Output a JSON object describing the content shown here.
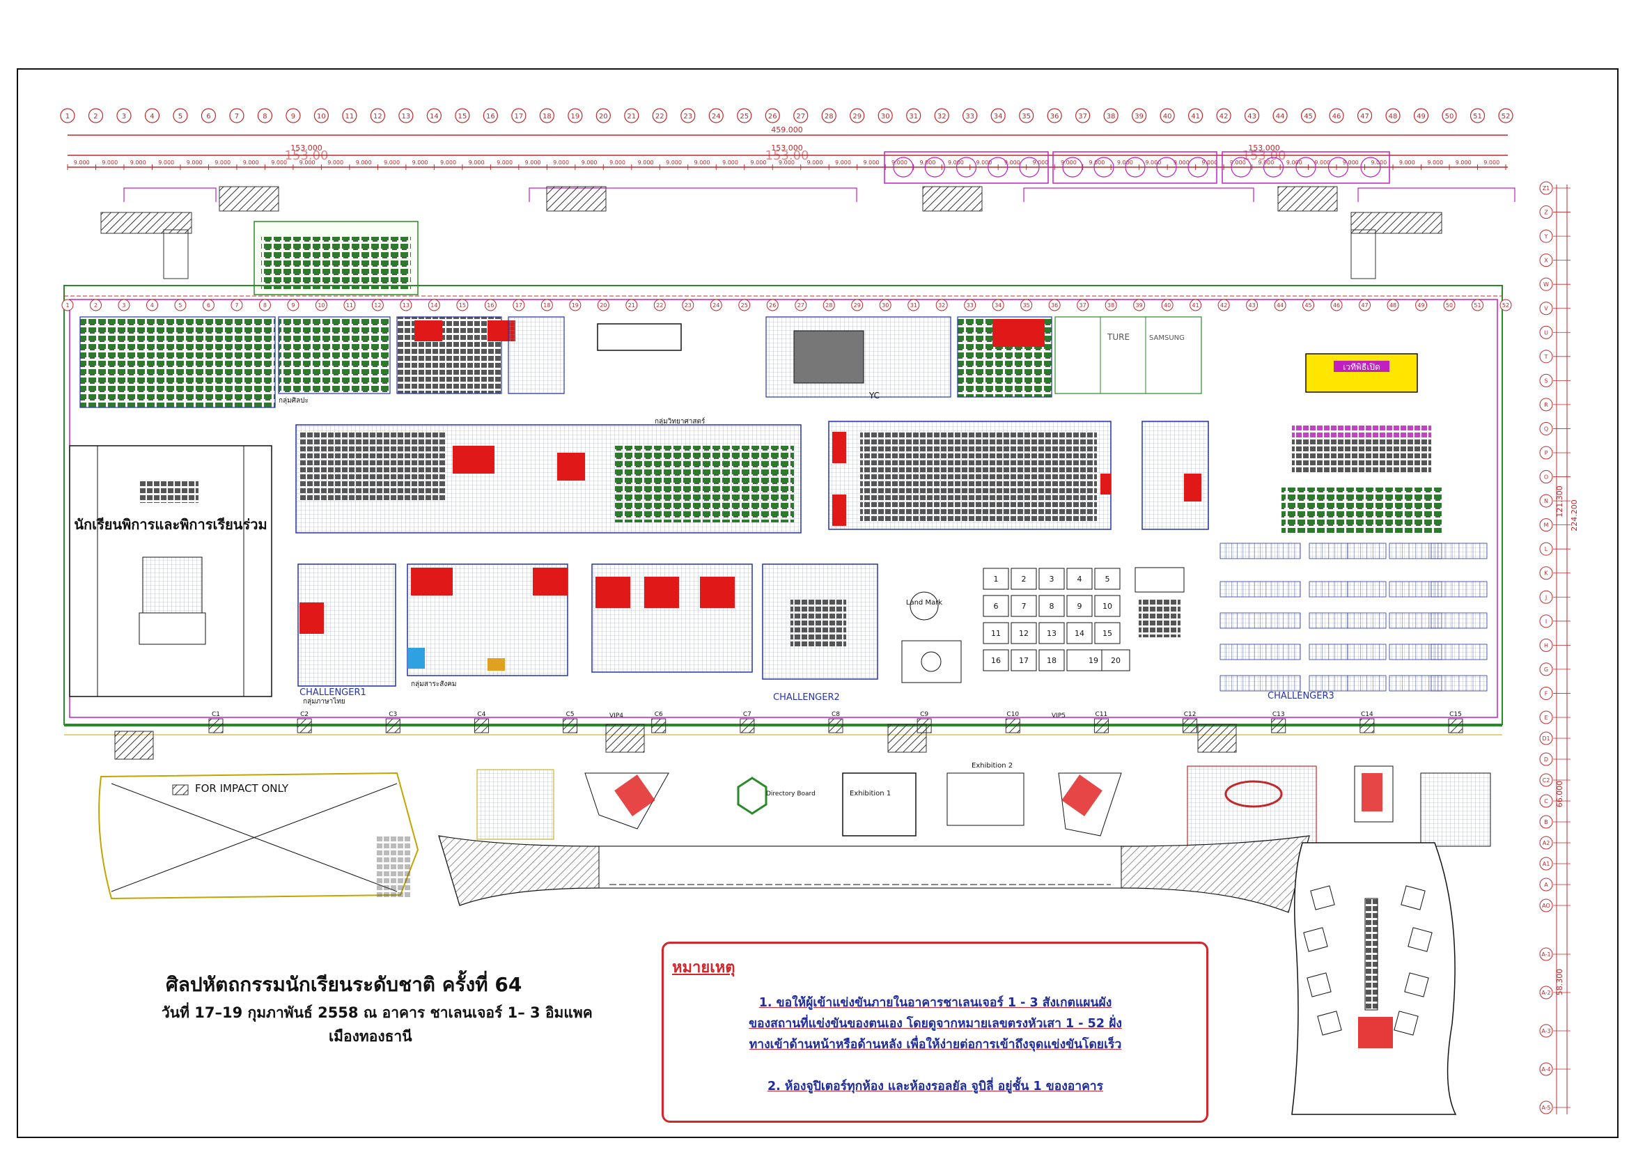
{
  "columns": [
    "1",
    "2",
    "3",
    "4",
    "5",
    "6",
    "7",
    "8",
    "9",
    "10",
    "11",
    "12",
    "13",
    "14",
    "15",
    "16",
    "17",
    "18",
    "19",
    "20",
    "21",
    "22",
    "23",
    "24",
    "25",
    "26",
    "27",
    "28",
    "29",
    "30",
    "31",
    "32",
    "33",
    "34",
    "35",
    "36",
    "37",
    "38",
    "39",
    "40",
    "41",
    "42",
    "43",
    "44",
    "45",
    "46",
    "47",
    "48",
    "49",
    "50",
    "51",
    "52"
  ],
  "rows": [
    "Z1",
    "Z",
    "Y",
    "X",
    "W",
    "V",
    "U",
    "T",
    "S",
    "R",
    "Q",
    "P",
    "O",
    "N",
    "M",
    "L",
    "K",
    "J",
    "I",
    "H",
    "G",
    "F",
    "E",
    "D1",
    "D",
    "C2",
    "C",
    "B",
    "A2",
    "A1",
    "A",
    "AO",
    "A-1",
    "A-2",
    "A-3",
    "A-4",
    "A-5"
  ],
  "dims": {
    "total": "459.000",
    "segment": "153.000",
    "segment_big": "153.00",
    "bay": "9.000",
    "side_total": "224.200",
    "side_mid": "121.300",
    "side_lower": "66.000",
    "side_bottom": "58.300"
  },
  "labels": {
    "challenger1": "CHALLENGER1",
    "challenger2": "CHALLENGER2",
    "challenger3": "CHALLENGER3",
    "impact_only": "FOR IMPACT ONLY",
    "exhibition1": "Exhibition 1",
    "exhibition2": "Exhibition 2",
    "directory_board": "Directory Board",
    "landmark": "Land Mark",
    "yc": "YC",
    "ture": "TURE",
    "samsung": "SAMSUNG",
    "stage_room_text": "เวทีพิธีเปิด",
    "group_science": "กลุ่มวิทยาศาสตร์",
    "group_art": "กลุ่มศิลปะ",
    "group_thai": "กลุ่มภาษาไทย",
    "group_social": "กลุ่มสาระสังคม",
    "special_students": "นักเรียนพิการและพิการเรียนร่วม",
    "c_labels": [
      "C1",
      "C2",
      "C3",
      "C4",
      "C5",
      "C6",
      "C7",
      "C8",
      "C9",
      "C10",
      "C11",
      "C12",
      "C13",
      "C14",
      "C15"
    ],
    "vip": [
      "VIP4",
      "VIP5"
    ],
    "plots": [
      "1",
      "2",
      "3",
      "4",
      "5",
      "6",
      "7",
      "8",
      "9",
      "10",
      "11",
      "12",
      "13",
      "14",
      "15",
      "16",
      "17",
      "18",
      "19",
      "20"
    ]
  },
  "title": {
    "line1": "ศิลปหัตถกรรมนักเรียนระดับชาติ  ครั้งที่ 64",
    "line2": "วันที่ 17–19 กุมภาพันธ์ 2558  ณ  อาคาร  ชาเลนเจอร์ 1– 3   อิมแพค",
    "line3": "เมืองทองธานี"
  },
  "notes": {
    "heading": "หมายเหตุ",
    "item1_l1": "1. ขอให้ผู้เข้าแข่งขันภายในอาคารชาเลนเจอร์ 1 - 3 สังเกตแผนผัง",
    "item1_l2": "ของสถานที่แข่งขันของตนเอง  โดยดูจากหมายเลขตรงหัวเสา 1 - 52 ฝั่ง",
    "item1_l3": "ทางเข้าด้านหน้าหรือด้านหลัง  เพื่อให้ง่ายต่อการเข้าถึงจุดแข่งขันโดยเร็ว",
    "item2": "2. ห้องจูปิเตอร์ทุกห้อง  และห้องรอลยัล จูบิลี่ อยู่ชั้น 1 ของอาคาร"
  },
  "colors": {
    "grid_red": "#c0282b",
    "magenta": "#c020c0",
    "green": "#2a8a2a",
    "blue": "#2433a8",
    "booth_red": "#e01818",
    "stage_yellow": "#ffe600",
    "note_border": "#d3262b",
    "note_text": "#1f2d9c"
  }
}
